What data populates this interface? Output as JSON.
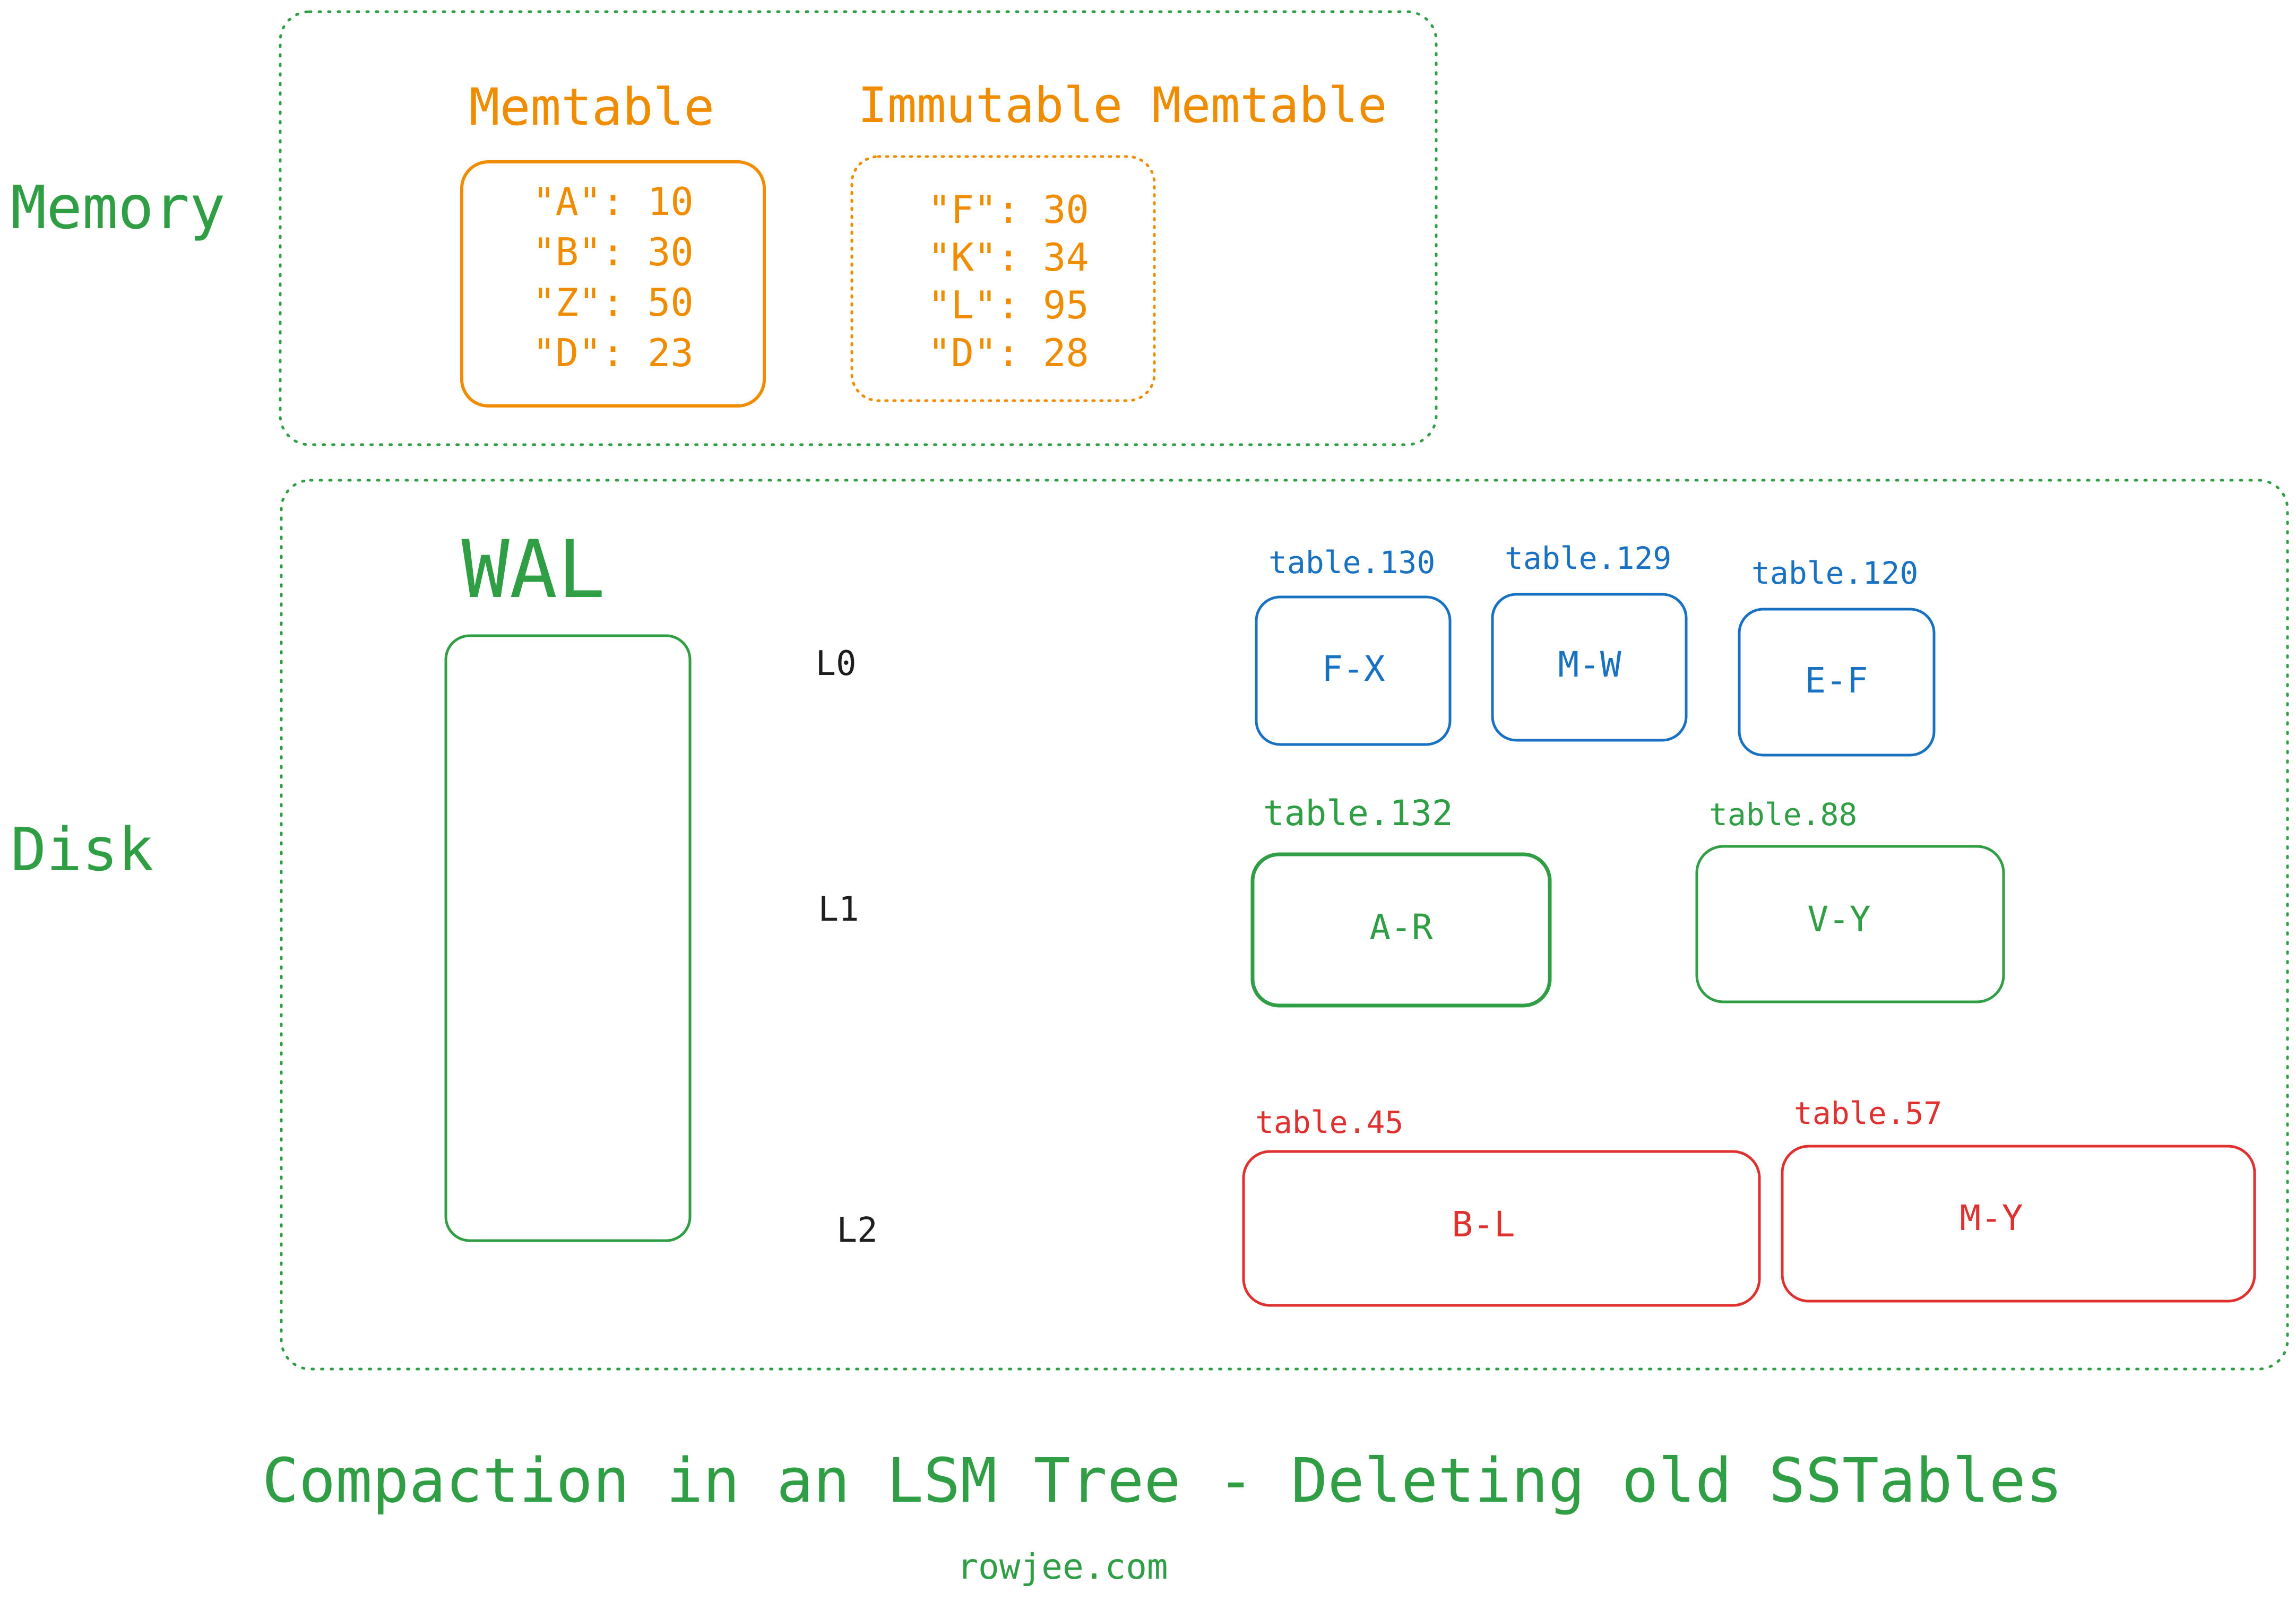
{
  "colors": {
    "green": "#2f9e44",
    "orange": "#f08c00",
    "blue": "#1971c2",
    "red": "#e03131",
    "black": "#1e1e1e"
  },
  "regions": {
    "memory_label": "Memory",
    "disk_label": "Disk"
  },
  "memtable": {
    "title": "Memtable",
    "entries": [
      "\"A\": 10",
      "\"B\": 30",
      "\"Z\": 50",
      "\"D\": 23"
    ]
  },
  "immutable_memtable": {
    "title": "Immutable Memtable",
    "entries": [
      "\"F\": 30",
      "\"K\": 34",
      "\"L\": 95",
      "\"D\": 28"
    ]
  },
  "wal": {
    "title": "WAL"
  },
  "levels": [
    {
      "label": "L0",
      "tables": [
        {
          "name": "table.130",
          "range": "F-X"
        },
        {
          "name": "table.129",
          "range": "M-W"
        },
        {
          "name": "table.120",
          "range": "E-F"
        }
      ]
    },
    {
      "label": "L1",
      "tables": [
        {
          "name": "table.132",
          "range": "A-R"
        },
        {
          "name": "table.88",
          "range": "V-Y"
        }
      ]
    },
    {
      "label": "L2",
      "tables": [
        {
          "name": "table.45",
          "range": "B-L"
        },
        {
          "name": "table.57",
          "range": "M-Y"
        }
      ]
    }
  ],
  "caption": "Compaction in an LSM Tree - Deleting old SSTables",
  "source": "rowjee.com"
}
